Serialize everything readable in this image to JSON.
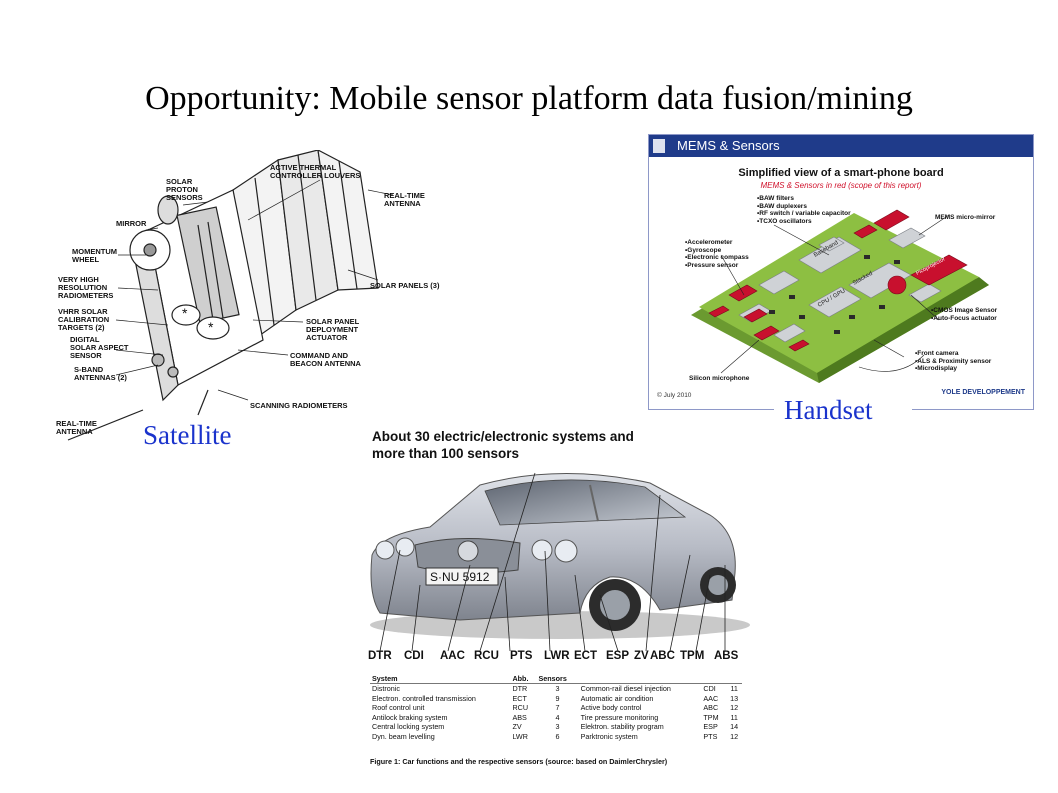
{
  "slide_title": "Opportunity: Mobile sensor platform data fusion/mining",
  "satellite": {
    "caption": "Satellite",
    "labels": {
      "active_thermal": "ACTIVE THERMAL\nCONTROLLER LOUVERS",
      "solar_proton": "SOLAR\nPROTON\nSENSORS",
      "mirror": "MIRROR",
      "momentum_wheel": "MOMENTUM\nWHEEL",
      "vhrr": "VERY HIGH\nRESOLUTION\nRADIOMETERS",
      "vhrr_solar": "VHRR SOLAR\nCALIBRATION\nTARGETS (2)",
      "digital_solar": "DIGITAL\nSOLAR ASPECT\nSENSOR",
      "s_band": "S-BAND\nANTENNAS (2)",
      "real_time_antenna_bottom": "REAL-TIME\nANTENNA",
      "real_time_antenna_top": "REAL-TIME\nANTENNA",
      "solar_panels": "SOLAR PANELS (3)",
      "solar_panel_actuator": "SOLAR PANEL\nDEPLOYMENT\nACTUATOR",
      "command_beacon": "COMMAND AND\nBEACON ANTENNA",
      "scanning_radiometers": "SCANNING RADIOMETERS"
    }
  },
  "handset": {
    "caption": "Handset",
    "header": "MEMS & Sensors",
    "subtitle": "Simplified view of a smart-phone board",
    "subtitle2": "MEMS & Sensors in red (scope of this report)",
    "list_top": "•BAW filters\n•BAW duplexers\n•RF switch / variable capacitor\n•TCXO oscillators",
    "list_left": "•Accelerometer\n•Gyroscope\n•Electronic compass\n•Pressure sensor",
    "list_right_top": "MEMS micro-mirror",
    "list_right_mid": "•CMOS Image Sensor\n•Auto-Focus actuator",
    "list_right_bottom": "•Front camera\n•ALS & Proximity sensor\n•Microdisplay",
    "silicon_mic": "Silicon microphone",
    "copyright": "© July 2010",
    "brand": "YOLE DEVELOPPEMENT",
    "board_labels": {
      "baseband": "Baseband",
      "stacked_memories": "Stacked\nMemories",
      "cpu_gpu": "CPU / GPU\nModule",
      "picoprojector": "Picoprojector"
    }
  },
  "car": {
    "heading": "About 30 electric/electronic systems and more than 100 sensors",
    "plate": "S·NU 5912",
    "abbreviations": [
      "DTR",
      "CDI",
      "AAC",
      "RCU",
      "PTS",
      "LWR",
      "ECT",
      "ESP",
      "ZV",
      "ABC",
      "TPM",
      "ABS"
    ],
    "table_headers": [
      "System",
      "Abb.",
      "Sensors",
      "",
      "",
      ""
    ],
    "table_rows": [
      [
        "Distronic",
        "DTR",
        "3",
        "Common-rail diesel injection",
        "CDI",
        "11"
      ],
      [
        "Electron. controlled transmission",
        "ECT",
        "9",
        "Automatic air condition",
        "AAC",
        "13"
      ],
      [
        "Roof control unit",
        "RCU",
        "7",
        "Active body control",
        "ABC",
        "12"
      ],
      [
        "Antilock braking system",
        "ABS",
        "4",
        "Tire pressure monitoring",
        "TPM",
        "11"
      ],
      [
        "Central locking system",
        "ZV",
        "3",
        "Elektron. stability program",
        "ESP",
        "14"
      ],
      [
        "Dyn. beam levelling",
        "LWR",
        "6",
        "Parktronic system",
        "PTS",
        "12"
      ]
    ],
    "figure_label": "Figure 1: Car functions and the respective sensors (source: based on DaimlerChrysler)"
  },
  "colors": {
    "caption_blue": "#1a33cc",
    "header_blue": "#1f3b8a",
    "board_green": "#8dbf42",
    "chip_red": "#c8102e",
    "car_silver": "#b8bcc6"
  }
}
